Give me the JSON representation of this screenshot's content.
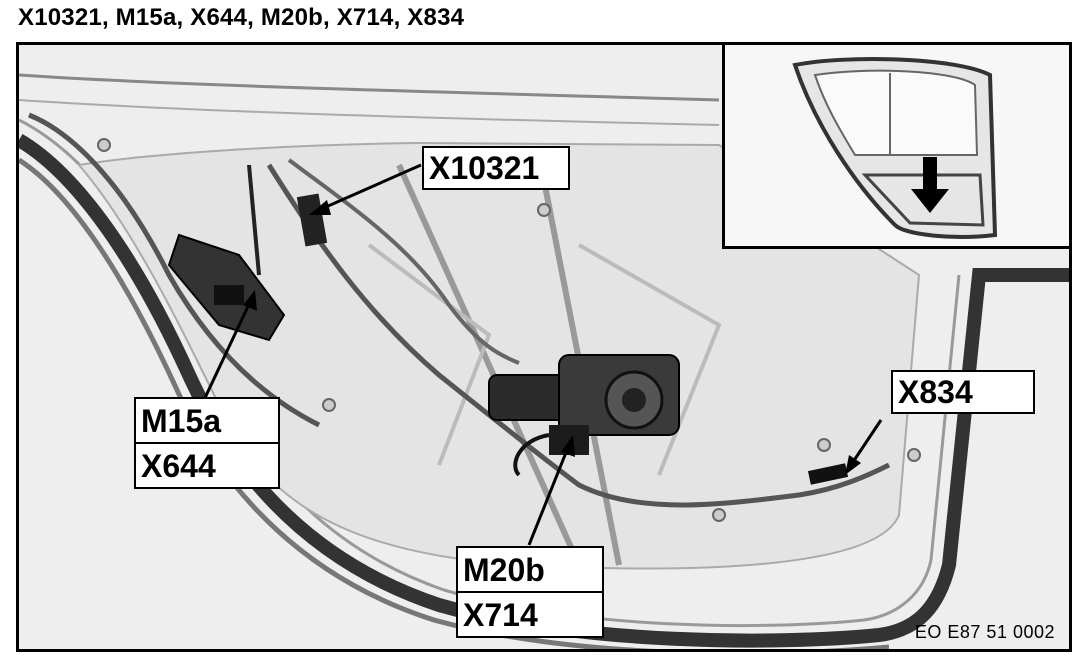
{
  "title": "X10321, M15a, X644, M20b, X714, X834",
  "callouts": {
    "x10321": "X10321",
    "m15a": "M15a",
    "x644": "X644",
    "m20b": "M20b",
    "x714": "X714",
    "x834": "X834"
  },
  "reference_code": "EO E87 51 0002",
  "icons": {
    "inset_arrow": "down-arrow-icon"
  }
}
